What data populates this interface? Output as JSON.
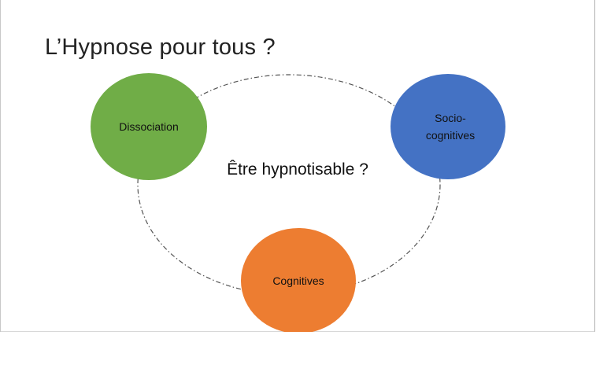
{
  "slide": {
    "title": "L’Hypnose pour tous ?"
  },
  "diagram": {
    "center_text": "Être hypnotisable ?",
    "nodes": [
      {
        "id": "dissociation",
        "lines": [
          "Dissociation"
        ],
        "color": "#70ad47"
      },
      {
        "id": "socio-cognitives",
        "lines": [
          "Socio-",
          "cognitives"
        ],
        "color": "#4472c4"
      },
      {
        "id": "cognitives",
        "lines": [
          "Cognitives"
        ],
        "color": "#ed7d31"
      }
    ],
    "connector": {
      "style": "dash-dot",
      "color": "#555555"
    }
  }
}
